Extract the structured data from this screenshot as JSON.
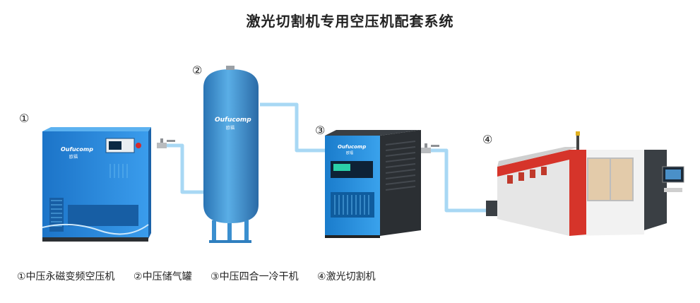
{
  "title": "激光切割机专用空压机配套系统",
  "equipment": [
    {
      "id": "compressor",
      "number": "①",
      "label": "①中压永磁变频空压机",
      "brand": "Oufucomp",
      "brand_cn": "欧福"
    },
    {
      "id": "tank",
      "number": "②",
      "label": "②中压储气罐",
      "brand": "Oufucomp",
      "brand_cn": "欧福"
    },
    {
      "id": "dryer",
      "number": "③",
      "label": "③中压四合一冷干机",
      "brand": "Oufucomp",
      "brand_cn": "欧福"
    },
    {
      "id": "laser",
      "number": "④",
      "label": "④激光切割机"
    }
  ],
  "colors": {
    "pipe": "#a8d8f4",
    "compressor_blue": "#2a8ce0",
    "tank_blue": "#3b8fcf",
    "dryer_blue": "#1e88d8",
    "dryer_dark": "#2b2f33",
    "laser_white": "#f2f2f2",
    "laser_red": "#d6342a"
  }
}
